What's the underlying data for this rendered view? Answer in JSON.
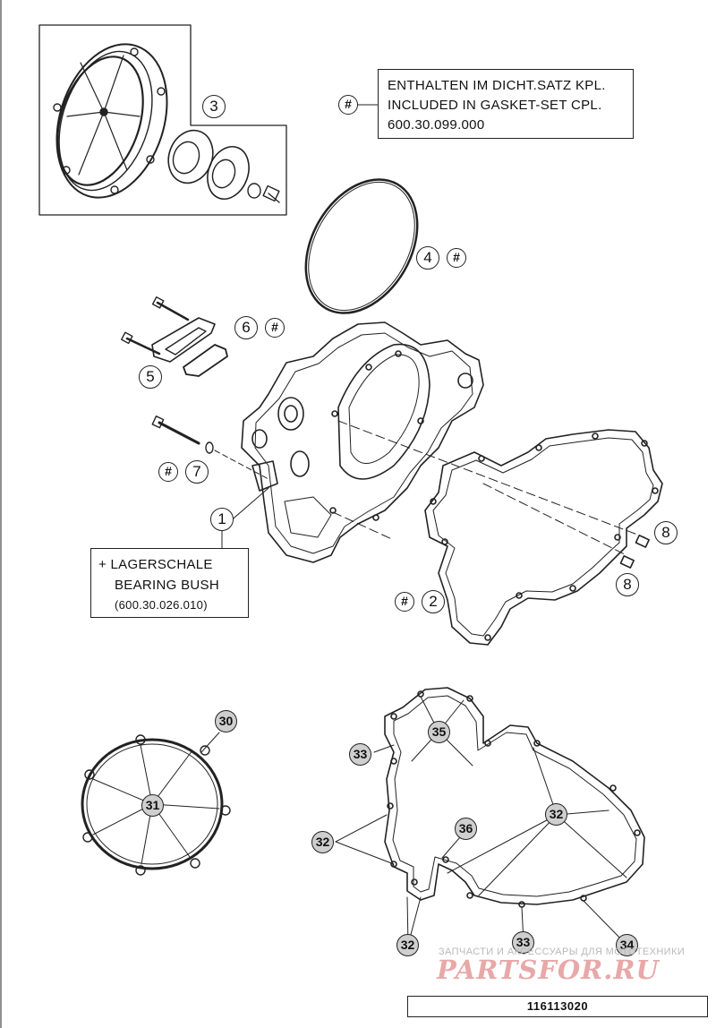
{
  "notes": {
    "gasket_set": [
      "ENTHALTEN IM DICHT.SATZ KPL.",
      "INCLUDED IN GASKET-SET CPL.",
      "600.30.099.000"
    ],
    "gasket_set_symbol": "#",
    "bearing_bush": [
      "+ LAGERSCHALE",
      "BEARING BUSH",
      "(600.30.026.010)"
    ]
  },
  "callouts": {
    "c1": "1",
    "c2": "2",
    "c3": "3",
    "c4": "4",
    "c5": "5",
    "c6": "6",
    "c7": "7",
    "c8a": "8",
    "c8b": "8",
    "c30": "30",
    "c31": "31",
    "c32a": "32",
    "c32b": "32",
    "c32c": "32",
    "c33a": "33",
    "c33b": "33",
    "c34": "34",
    "c35": "35",
    "c36": "36"
  },
  "hash_marks": {
    "h4": "#",
    "h6": "#",
    "h7": "#",
    "h2": "#"
  },
  "watermark": {
    "tagline": "ЗАПЧАСТИ И АКСЕССУАРЫ ДЛЯ МОТОТЕХНИКИ",
    "logo": "PARTSFOR.RU"
  },
  "diagram_id": "116113020",
  "colors": {
    "line": "#222222",
    "callout_fill_gray": "#cfcfcf",
    "watermark": "#e8a8a8"
  }
}
